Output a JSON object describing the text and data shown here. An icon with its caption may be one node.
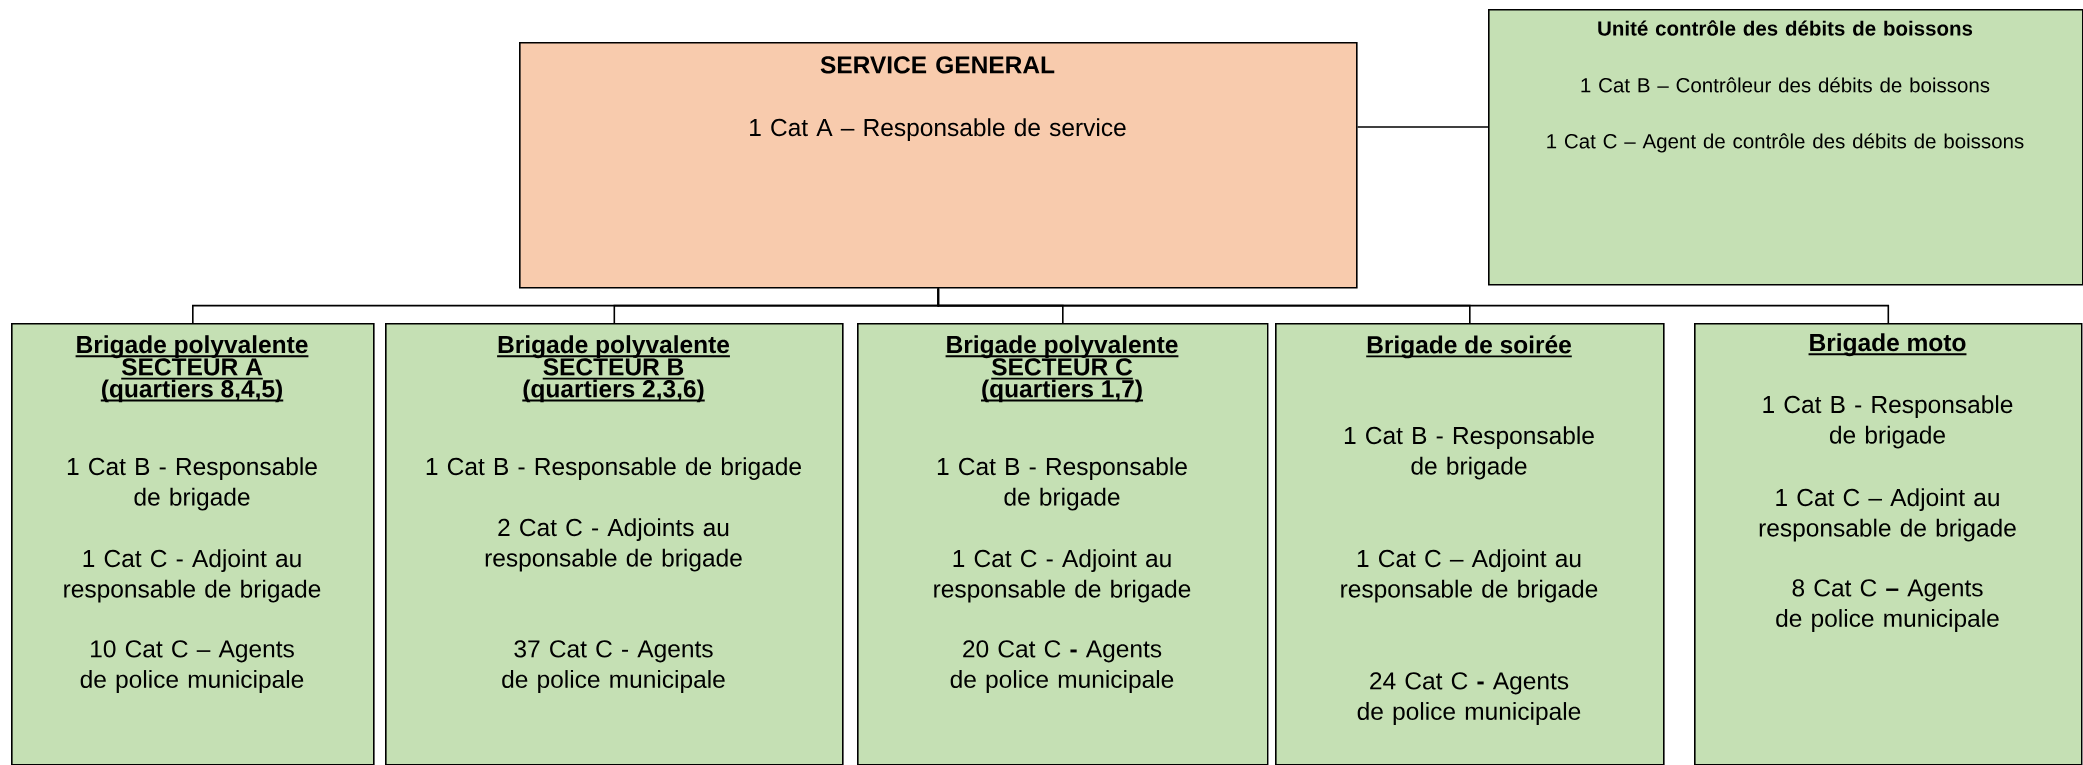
{
  "diagram": {
    "nodes": [
      {
        "text": [
          "SERVICE GENERAL",
          "1 Cat A – Responsable de service"
        ]
      },
      {
        "text": [
          "Unité contrôle des débits de boissons",
          "1 Cat B – Contrôleur des débits de boissons",
          "1 Cat C – Agent de contrôle des débits de boissons"
        ]
      },
      {
        "text": [
          "Brigade polyvalente SECTEUR A (quartiers 8,4,5)",
          "1 Cat B - Responsable de brigade",
          "1 Cat C - Adjoint au responsable de brigade",
          "10 Cat C – Agents de police municipale"
        ]
      },
      {
        "text": [
          "Brigade polyvalente SECTEUR B (quartiers 2,3,6)",
          "1 Cat B - Responsable de brigade",
          "2 Cat C - Adjoints au responsable de brigade",
          "37 Cat C - Agents de police municipale"
        ]
      },
      {
        "text": [
          "Brigade polyvalente SECTEUR C (quartiers 1,7)",
          "1 Cat B - Responsable de brigade",
          "1 Cat C - Adjoint au responsable de brigade",
          "20 Cat C **-** Agents de police municipale"
        ]
      },
      {
        "text": [
          "Brigade de soirée",
          "1 Cat B - Responsable de brigade",
          "1 Cat C – Adjoint au responsable de brigade",
          "24 Cat C **-** Agents de police municipale"
        ]
      },
      {
        "text": [
          "Brigade moto",
          "1 Cat B - Responsable de brigade",
          "1 Cat C – Adjoint au responsable de brigade",
          "8 Cat C **–** Agents de police municipale"
        ]
      }
    ],
    "edges": [
      {
        "from": 0,
        "to": 1,
        "arrow": "none"
      },
      {
        "from": 0,
        "to": 2,
        "arrow": "none"
      },
      {
        "from": 0,
        "to": 3,
        "arrow": "none"
      },
      {
        "from": 0,
        "to": 4,
        "arrow": "none"
      },
      {
        "from": 0,
        "to": 5,
        "arrow": "none"
      },
      {
        "from": 0,
        "to": 6,
        "arrow": "none"
      }
    ]
  }
}
